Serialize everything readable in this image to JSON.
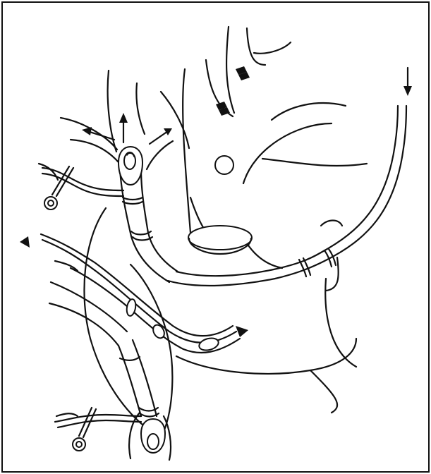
{
  "figure": {
    "background": "#ffffff",
    "line_color": "#111111",
    "frame": true
  },
  "flow_arrows": [
    {
      "name": "arrow-down-top-right",
      "direction": "down"
    },
    {
      "name": "arrow-up-left-branch",
      "direction": "up-left"
    },
    {
      "name": "arrow-up-center-branch",
      "direction": "up"
    },
    {
      "name": "arrow-up-right-branch",
      "direction": "up-right"
    },
    {
      "name": "arrowhead-left-catheter",
      "direction": "left"
    },
    {
      "name": "arrowhead-catheter-tip",
      "direction": "right"
    }
  ],
  "components": [
    "upper-snare-tourniquet",
    "lower-snare-tourniquet",
    "superior-cannula",
    "inferior-cannula",
    "arterial-return-cannula",
    "vent-catheter"
  ]
}
